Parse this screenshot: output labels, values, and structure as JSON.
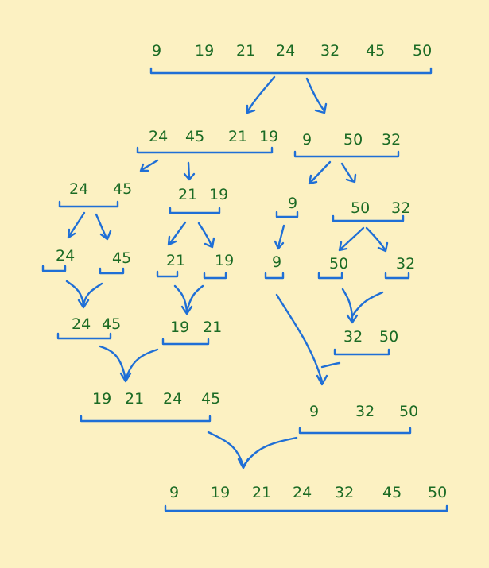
{
  "diagram": {
    "colors": {
      "background": "#fcf1c2",
      "numbers": "#1b6b24",
      "strokes": "#1f6fd6"
    },
    "nodes": [
      {
        "id": "top-sorted",
        "values": [
          "9",
          "19",
          "21",
          "24",
          "32",
          "45",
          "50"
        ]
      },
      {
        "id": "split-left",
        "values": [
          "24",
          "45",
          "21",
          "19"
        ]
      },
      {
        "id": "split-right",
        "values": [
          "9",
          "50",
          "32"
        ]
      },
      {
        "id": "pair-24-45",
        "values": [
          "24",
          "45"
        ]
      },
      {
        "id": "pair-21-19",
        "values": [
          "21",
          "19"
        ]
      },
      {
        "id": "single-9-a",
        "values": [
          "9"
        ]
      },
      {
        "id": "pair-50-32",
        "values": [
          "50",
          "32"
        ]
      },
      {
        "id": "leaf-24",
        "values": [
          "24"
        ]
      },
      {
        "id": "leaf-45",
        "values": [
          "45"
        ]
      },
      {
        "id": "leaf-21",
        "values": [
          "21"
        ]
      },
      {
        "id": "leaf-19",
        "values": [
          "19"
        ]
      },
      {
        "id": "leaf-9",
        "values": [
          "9"
        ]
      },
      {
        "id": "leaf-50",
        "values": [
          "50"
        ]
      },
      {
        "id": "leaf-32",
        "values": [
          "32"
        ]
      },
      {
        "id": "merged-24-45",
        "values": [
          "24",
          "45"
        ]
      },
      {
        "id": "merged-19-21",
        "values": [
          "19",
          "21"
        ]
      },
      {
        "id": "merged-32-50",
        "values": [
          "32",
          "50"
        ]
      },
      {
        "id": "merged-left-4",
        "values": [
          "19",
          "21",
          "24",
          "45"
        ]
      },
      {
        "id": "merged-right-3",
        "values": [
          "9",
          "32",
          "50"
        ]
      },
      {
        "id": "final-sorted",
        "values": [
          "9",
          "19",
          "21",
          "24",
          "32",
          "45",
          "50"
        ]
      }
    ]
  }
}
